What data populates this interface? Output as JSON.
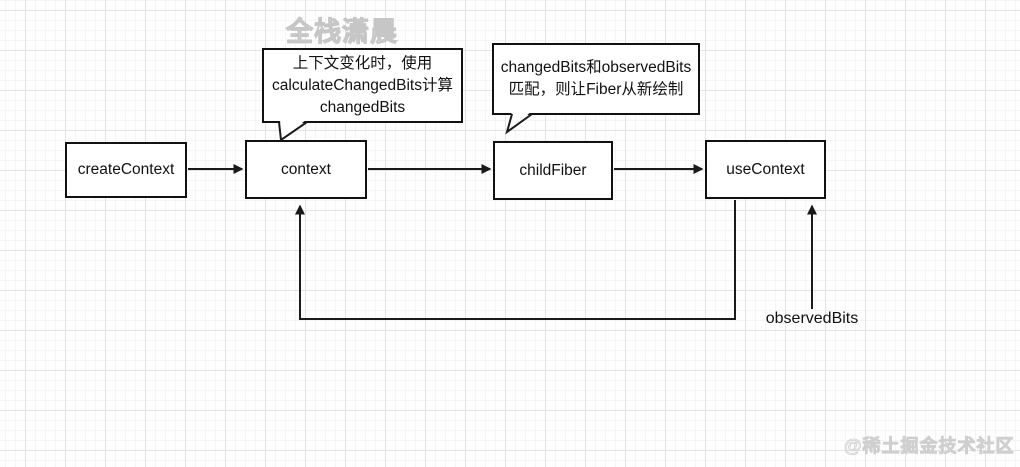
{
  "watermark_top": "全栈潇晨",
  "watermark_bottom": "@稀土掘金技术社区",
  "diagram": {
    "type": "flowchart",
    "nodes": [
      {
        "id": "createContext",
        "label": "createContext"
      },
      {
        "id": "context",
        "label": "context"
      },
      {
        "id": "childFiber",
        "label": "childFiber"
      },
      {
        "id": "useContext",
        "label": "useContext"
      }
    ],
    "edges": [
      {
        "from": "createContext",
        "to": "context"
      },
      {
        "from": "context",
        "to": "childFiber"
      },
      {
        "from": "childFiber",
        "to": "useContext"
      },
      {
        "from": "useContext",
        "to": "context",
        "style": "feedback-loop"
      },
      {
        "from": "observedBits-label",
        "to": "useContext"
      }
    ],
    "edge_label": "observedBits",
    "callouts": [
      {
        "id": "callout-changedbits-calc",
        "points_to": "context",
        "lines": [
          "上下文变化时，使用",
          "calculateChangedBits计算",
          "changedBits"
        ]
      },
      {
        "id": "callout-fiber-redraw",
        "points_to": "childFiber",
        "lines": [
          "changedBits和observedBits",
          "匹配，则让Fiber从新绘制"
        ]
      }
    ],
    "colors": {
      "line": "#1a1a1a",
      "box_border": "#111111",
      "box_fill": "#ffffff",
      "grid_major": "#e3e3e3",
      "grid_minor": "#f5f5f5",
      "watermark": "#c6c6c6"
    }
  }
}
